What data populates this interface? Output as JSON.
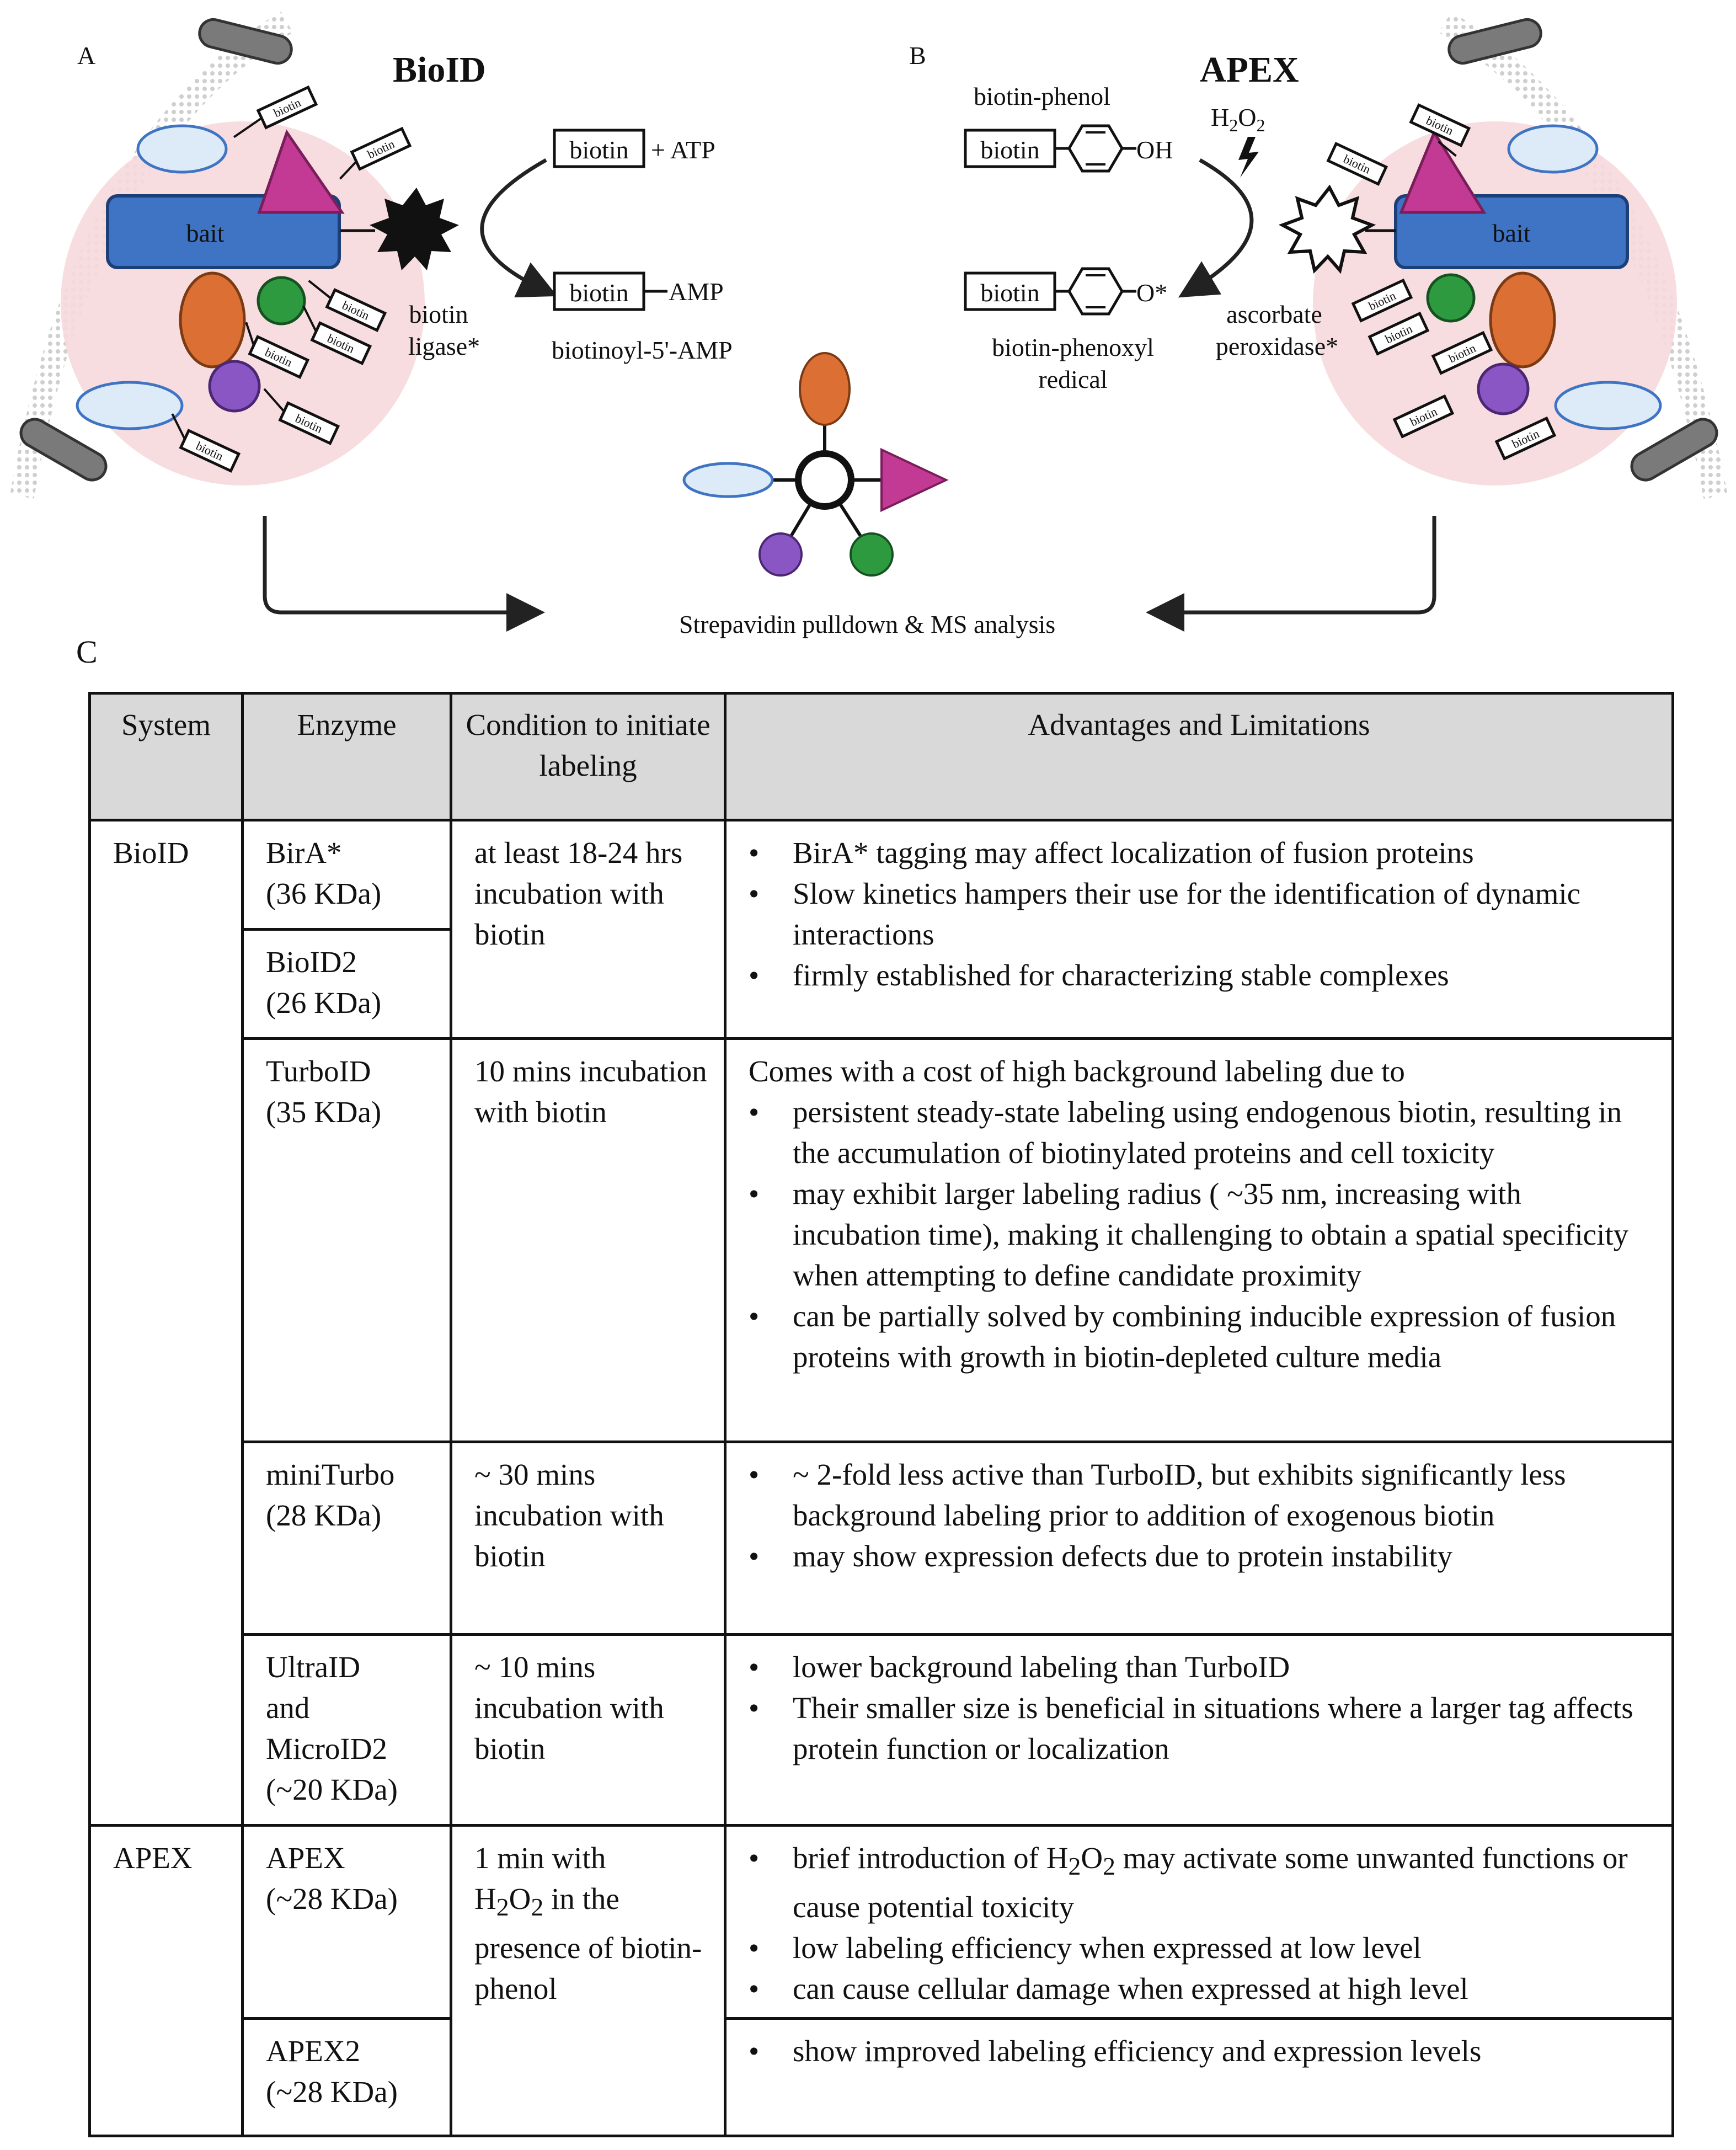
{
  "panels": {
    "a_label": "A",
    "b_label": "B",
    "c_label": "C",
    "bioid_title": "BioID",
    "apex_title": "APEX"
  },
  "bioid_panel": {
    "bait_label": "bait",
    "tag_label": "biotin",
    "ligase_label_line1": "biotin",
    "ligase_label_line2": "ligase*",
    "reactant_box": "biotin",
    "reactant_suffix": "+ ATP",
    "product_box": "biotin",
    "product_suffix": "AMP",
    "product_name": "biotinoyl-5'-AMP"
  },
  "apex_panel": {
    "bait_label": "bait",
    "tag_label": "biotin",
    "reagent_name": "biotin-phenol",
    "reagent_box": "biotin",
    "reagent_group": "OH",
    "oxidant_main": "H",
    "oxidant_sub1": "2",
    "oxidant_o": "O",
    "oxidant_sub2": "2",
    "product_box": "biotin",
    "product_group": "O*",
    "product_name_line1": "biotin-phenoxyl",
    "product_name_line2": "redical",
    "enzyme_line1": "ascorbate",
    "enzyme_line2": "peroxidase*"
  },
  "bottom_label": "Strepavidin pulldown & MS analysis",
  "colors": {
    "bait_blue": "#3f73c3",
    "triangle_magenta": "#c23a93",
    "orange": "#dc7034",
    "green": "#2e9a3f",
    "purple": "#8a56c4",
    "light_blue_ellipse": "#dcebf7",
    "cell_pink": "#f6d9dc",
    "header_gray": "#d9d9d9"
  },
  "table": {
    "headers": {
      "system": "System",
      "enzyme": "Enzyme",
      "condition": "Condition to initiate labeling",
      "advantages": "Advantages and Limitations"
    },
    "bioid_system": "BioID",
    "apex_system": "APEX",
    "bira": {
      "enzyme_name": "BirA*",
      "enzyme_size": "(36 KDa)",
      "condition": "at least 18-24 hrs incubation with biotin",
      "bullets": [
        "BirA* tagging may affect localization of fusion proteins",
        "Slow kinetics hampers their use for the identification of dynamic interactions",
        "firmly established for characterizing stable complexes"
      ]
    },
    "bioid2": {
      "enzyme_name": "BioID2",
      "enzyme_size": "(26 KDa)"
    },
    "turboid": {
      "enzyme_name": "TurboID",
      "enzyme_size": "(35 KDa)",
      "condition": "10 mins incubation with biotin",
      "intro": "Comes with a cost of high background labeling due to",
      "bullets": [
        "persistent steady-state labeling using endogenous biotin, resulting in the accumulation of biotinylated proteins and cell toxicity",
        "may exhibit larger labeling radius ( ~35 nm, increasing with incubation time), making it challenging to obtain a spatial specificity when attempting to define candidate proximity",
        "can be partially solved by combining inducible expression of fusion proteins with growth in biotin-depleted culture media"
      ]
    },
    "miniturbo": {
      "enzyme_name": "miniTurbo",
      "enzyme_size": "(28 KDa)",
      "condition": "~ 30 mins incubation with biotin",
      "bullets": [
        "~ 2-fold less active than TurboID, but exhibits significantly less background labeling prior to addition of exogenous biotin",
        "may show expression defects due to protein instability"
      ]
    },
    "ultraid": {
      "enzyme_name_line1": "UltraID",
      "enzyme_name_line2": "and",
      "enzyme_name_line3": "MicroID2",
      "enzyme_size": "(~20 KDa)",
      "condition": "~ 10 mins incubation with biotin",
      "bullets": [
        "lower background labeling than TurboID",
        "Their smaller size is beneficial in situations where a larger tag affects protein function or localization"
      ]
    },
    "apex": {
      "enzyme_name": "APEX",
      "enzyme_size": "(~28 KDa)",
      "condition_pre": "1 min with",
      "condition_h": "H",
      "condition_sub1": "2",
      "condition_o": "O",
      "condition_sub2": "2",
      "condition_post": " in the presence of biotin-phenol",
      "bullet1_pre": "brief introduction of H",
      "bullet1_sub1": "2",
      "bullet1_o": "O",
      "bullet1_sub2": "2",
      "bullet1_post": " may activate some unwanted functions or cause potential toxicity",
      "bullets_rest": [
        "low labeling efficiency when expressed at low level",
        "can cause cellular damage when expressed at high level"
      ]
    },
    "apex2": {
      "enzyme_name": "APEX2",
      "enzyme_size": "(~28 KDa)",
      "bullets": [
        "show improved labeling efficiency and expression levels"
      ]
    }
  }
}
